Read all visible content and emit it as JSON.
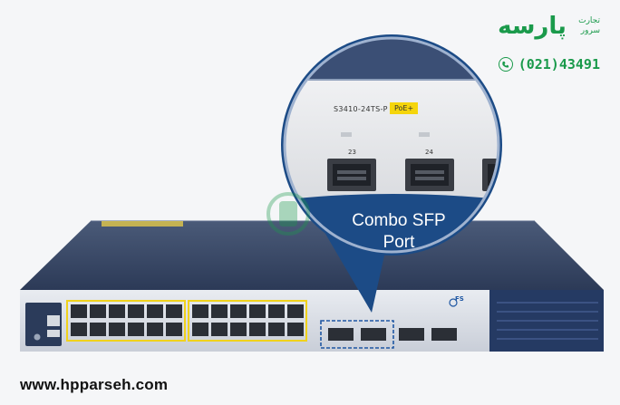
{
  "brand": {
    "logo_text": "پارسه",
    "tagline_line1": "تجارت",
    "tagline_line2": "سرور",
    "phone": "(021)43491",
    "website": "www.hpparseh.com",
    "accent_color": "#1a9a4b"
  },
  "product": {
    "model": "S3410-24TS-P",
    "poe_badge": "PoE+",
    "port_numbers": [
      "23",
      "24"
    ],
    "callout_line1": "Combo SFP",
    "callout_line2": "Port",
    "vendor_mark": "FS",
    "callout_color": "#1c4b86",
    "body_color": "#283c5e"
  }
}
